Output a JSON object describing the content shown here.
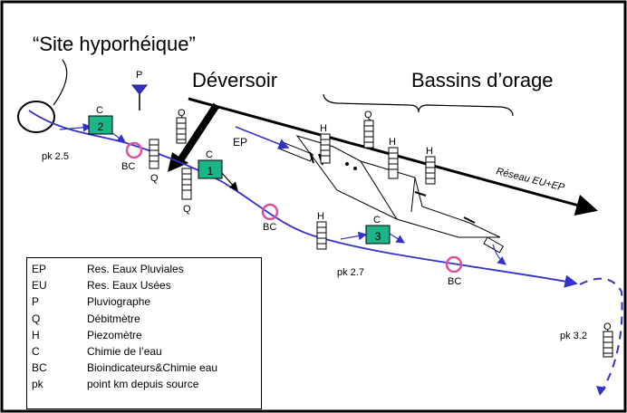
{
  "labels": {
    "site_title": "“Site hyporhéique”",
    "deversoir": "Déversoir",
    "bassins": "Bassins d’orage",
    "reseau": "Réseau EU+EP",
    "ep_inlet": "EP"
  },
  "pk_markers": [
    "pk 2.5",
    "pk 2.7",
    "pk 3.2"
  ],
  "station_letters": {
    "p": "P",
    "q": "Q",
    "h": "H",
    "c": "C",
    "bc": "BC"
  },
  "chem_boxes": [
    "2",
    "1",
    "3"
  ],
  "legend": [
    {
      "code": "EP",
      "desc": "Res. Eaux Pluviales"
    },
    {
      "code": "EU",
      "desc": "Res. Eaux Usées"
    },
    {
      "code": "P",
      "desc": "Pluviographe"
    },
    {
      "code": "Q",
      "desc": "Débitmètre"
    },
    {
      "code": "H",
      "desc": "Piezomètre"
    },
    {
      "code": "C",
      "desc": "Chimie de l’eau"
    },
    {
      "code": "BC",
      "desc": "Bioindicateurs&Chimie eau"
    },
    {
      "code": "pk",
      "desc": "point km depuis source"
    }
  ],
  "colors": {
    "river": "#3333cc",
    "bc_circle": "#e0509a",
    "chem_box": "#1bb58a",
    "arrow_small": "#000000"
  }
}
